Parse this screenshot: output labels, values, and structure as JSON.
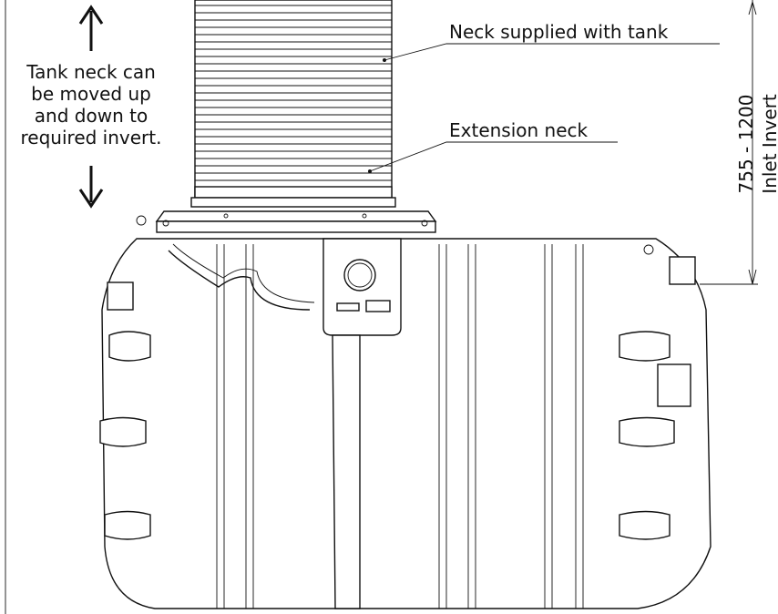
{
  "annotations": {
    "neck_supplied": "Neck supplied with tank",
    "extension_neck": "Extension neck",
    "tank_neck_note": [
      "Tank neck can",
      "be moved up",
      "and down to",
      "required invert."
    ]
  },
  "dimension": {
    "range": "755 - 1200",
    "label": "Inlet Invert"
  },
  "icons": {
    "up_arrow": "arrow-up-icon",
    "down_arrow": "arrow-down-icon"
  }
}
